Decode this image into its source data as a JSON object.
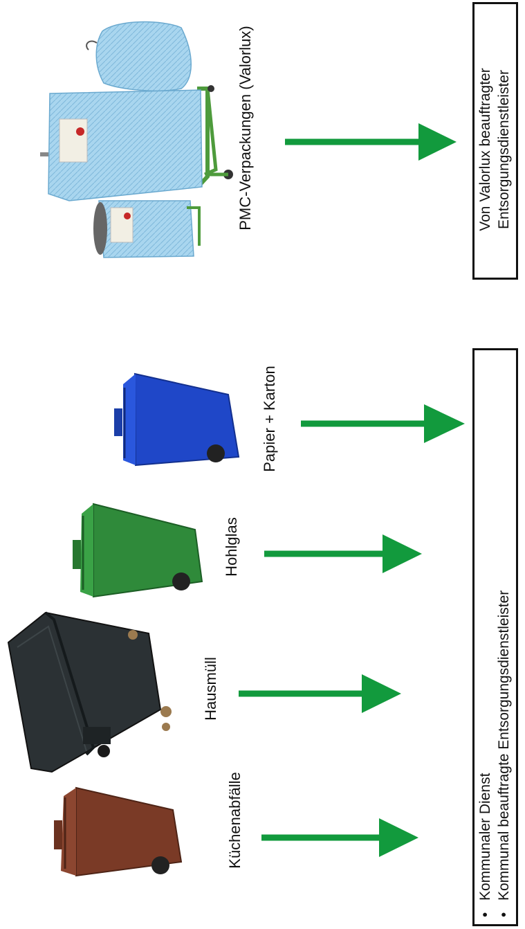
{
  "streams": {
    "pmc": "PMC-Verpackungen (Valorlux)",
    "paper": "Papier + Karton",
    "glass": "Hohlglas",
    "household": "Hausmüll",
    "kitchen": "Küchenabfälle"
  },
  "collectors": {
    "valorlux_line1": "Von Valorlux beauftragter",
    "valorlux_line2": "Entsorgungsdienstleister",
    "municipal_item1": "Kommunaler Dienst",
    "municipal_item2": "Kommunal beauftragte Entsorgungsdienstleister"
  },
  "colors": {
    "arrow": "#129a3d",
    "kitchen_bin": "#7a3a26",
    "household_bin": "#2b3134",
    "glass_bin": "#2f8a3a",
    "paper_bin": "#1f47c8",
    "pmc_bag": "#9fd0ec"
  }
}
